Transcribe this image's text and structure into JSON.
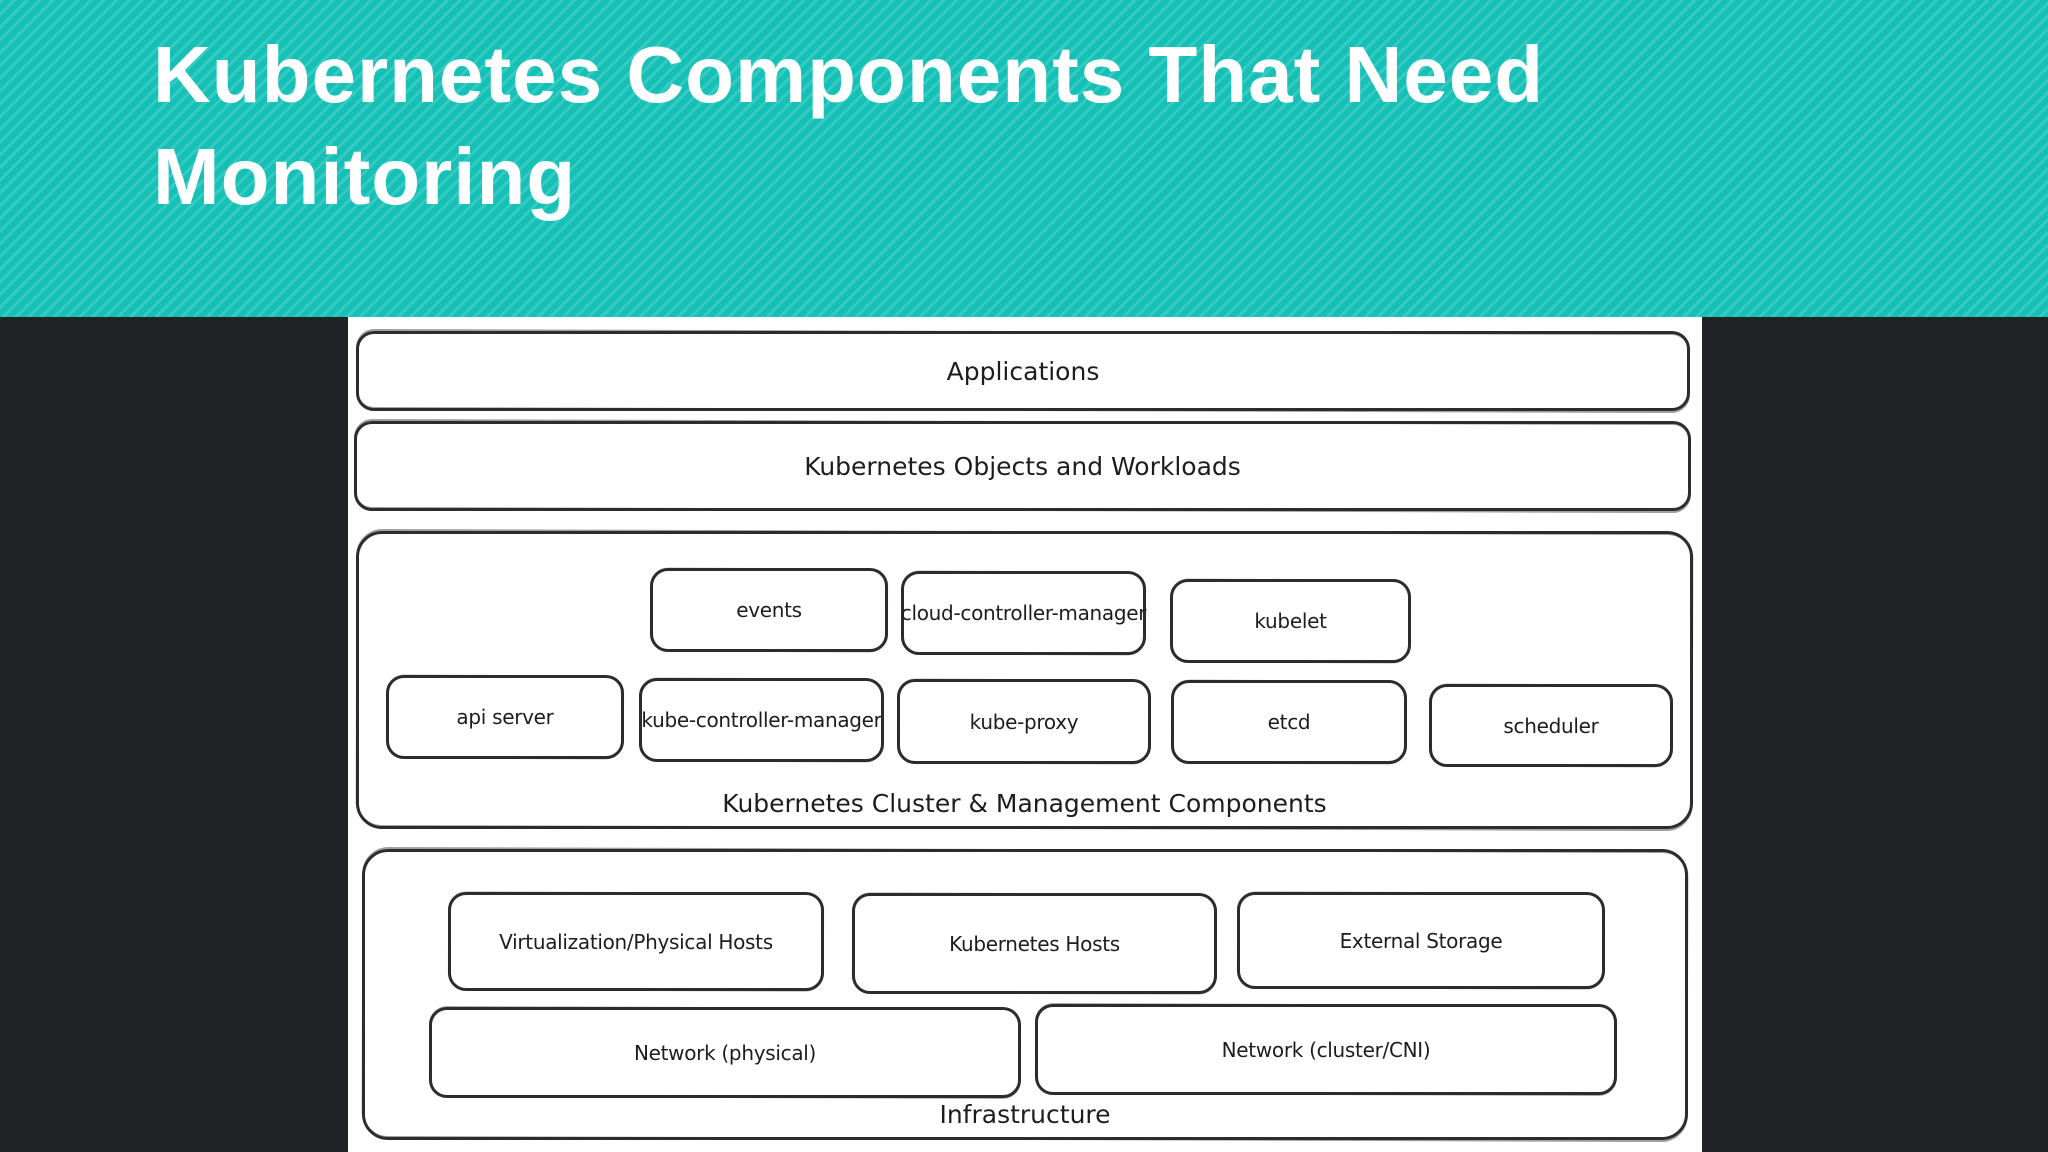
{
  "slide": {
    "title_line1": "Kubernetes Components That Need",
    "title_line2": "Monitoring"
  },
  "colors": {
    "header_teal": "#15c1b7",
    "header_stripe_light": "#2fccc2",
    "background_dark": "#212226",
    "panel_white": "#ffffff",
    "ink": "#2d2d2d"
  },
  "diagram": {
    "layers": {
      "applications": "Applications",
      "objects_workloads": "Kubernetes Objects and Workloads"
    },
    "cluster": {
      "label": "Kubernetes Cluster & Management Components",
      "row1": [
        "events",
        "cloud-controller-manager",
        "kubelet"
      ],
      "row2": [
        "api server",
        "kube-controller-manager",
        "kube-proxy",
        "etcd",
        "scheduler"
      ]
    },
    "infrastructure": {
      "label": "Infrastructure",
      "row1": [
        "Virtualization/Physical Hosts",
        "Kubernetes Hosts",
        "External Storage"
      ],
      "row2": [
        "Network (physical)",
        "Network (cluster/CNI)"
      ]
    }
  }
}
